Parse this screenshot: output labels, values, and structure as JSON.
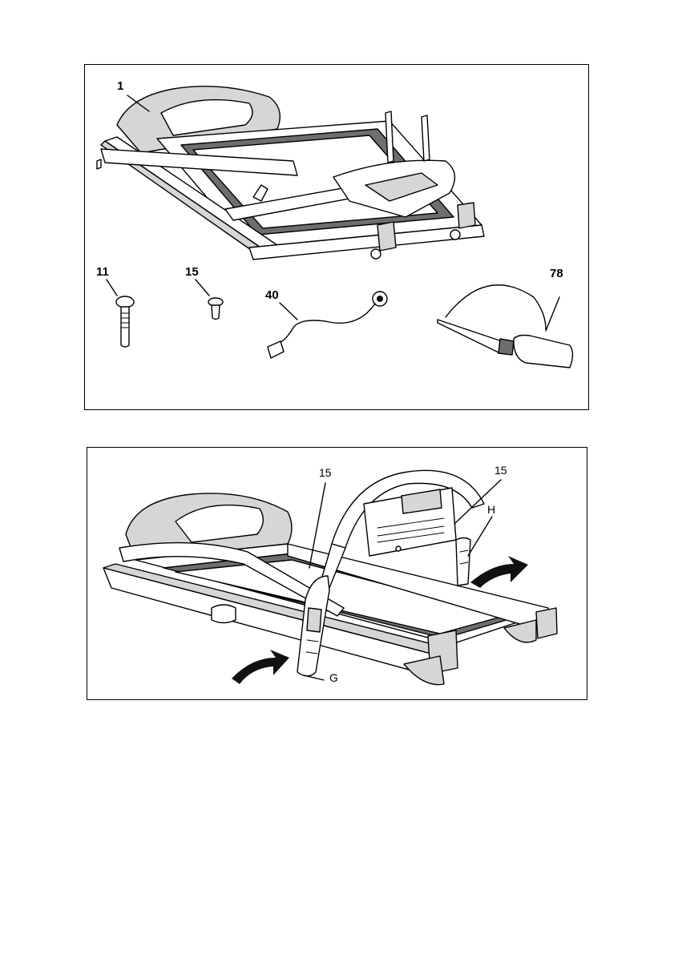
{
  "figure_1": {
    "labels": {
      "frame": "1",
      "bolt": "11",
      "screw": "15",
      "safety_key": "40",
      "lubricant": "78"
    }
  },
  "figure_2": {
    "labels": {
      "screw_left": "15",
      "screw_right": "15",
      "upright_right": "H",
      "upright_left": "G"
    }
  }
}
